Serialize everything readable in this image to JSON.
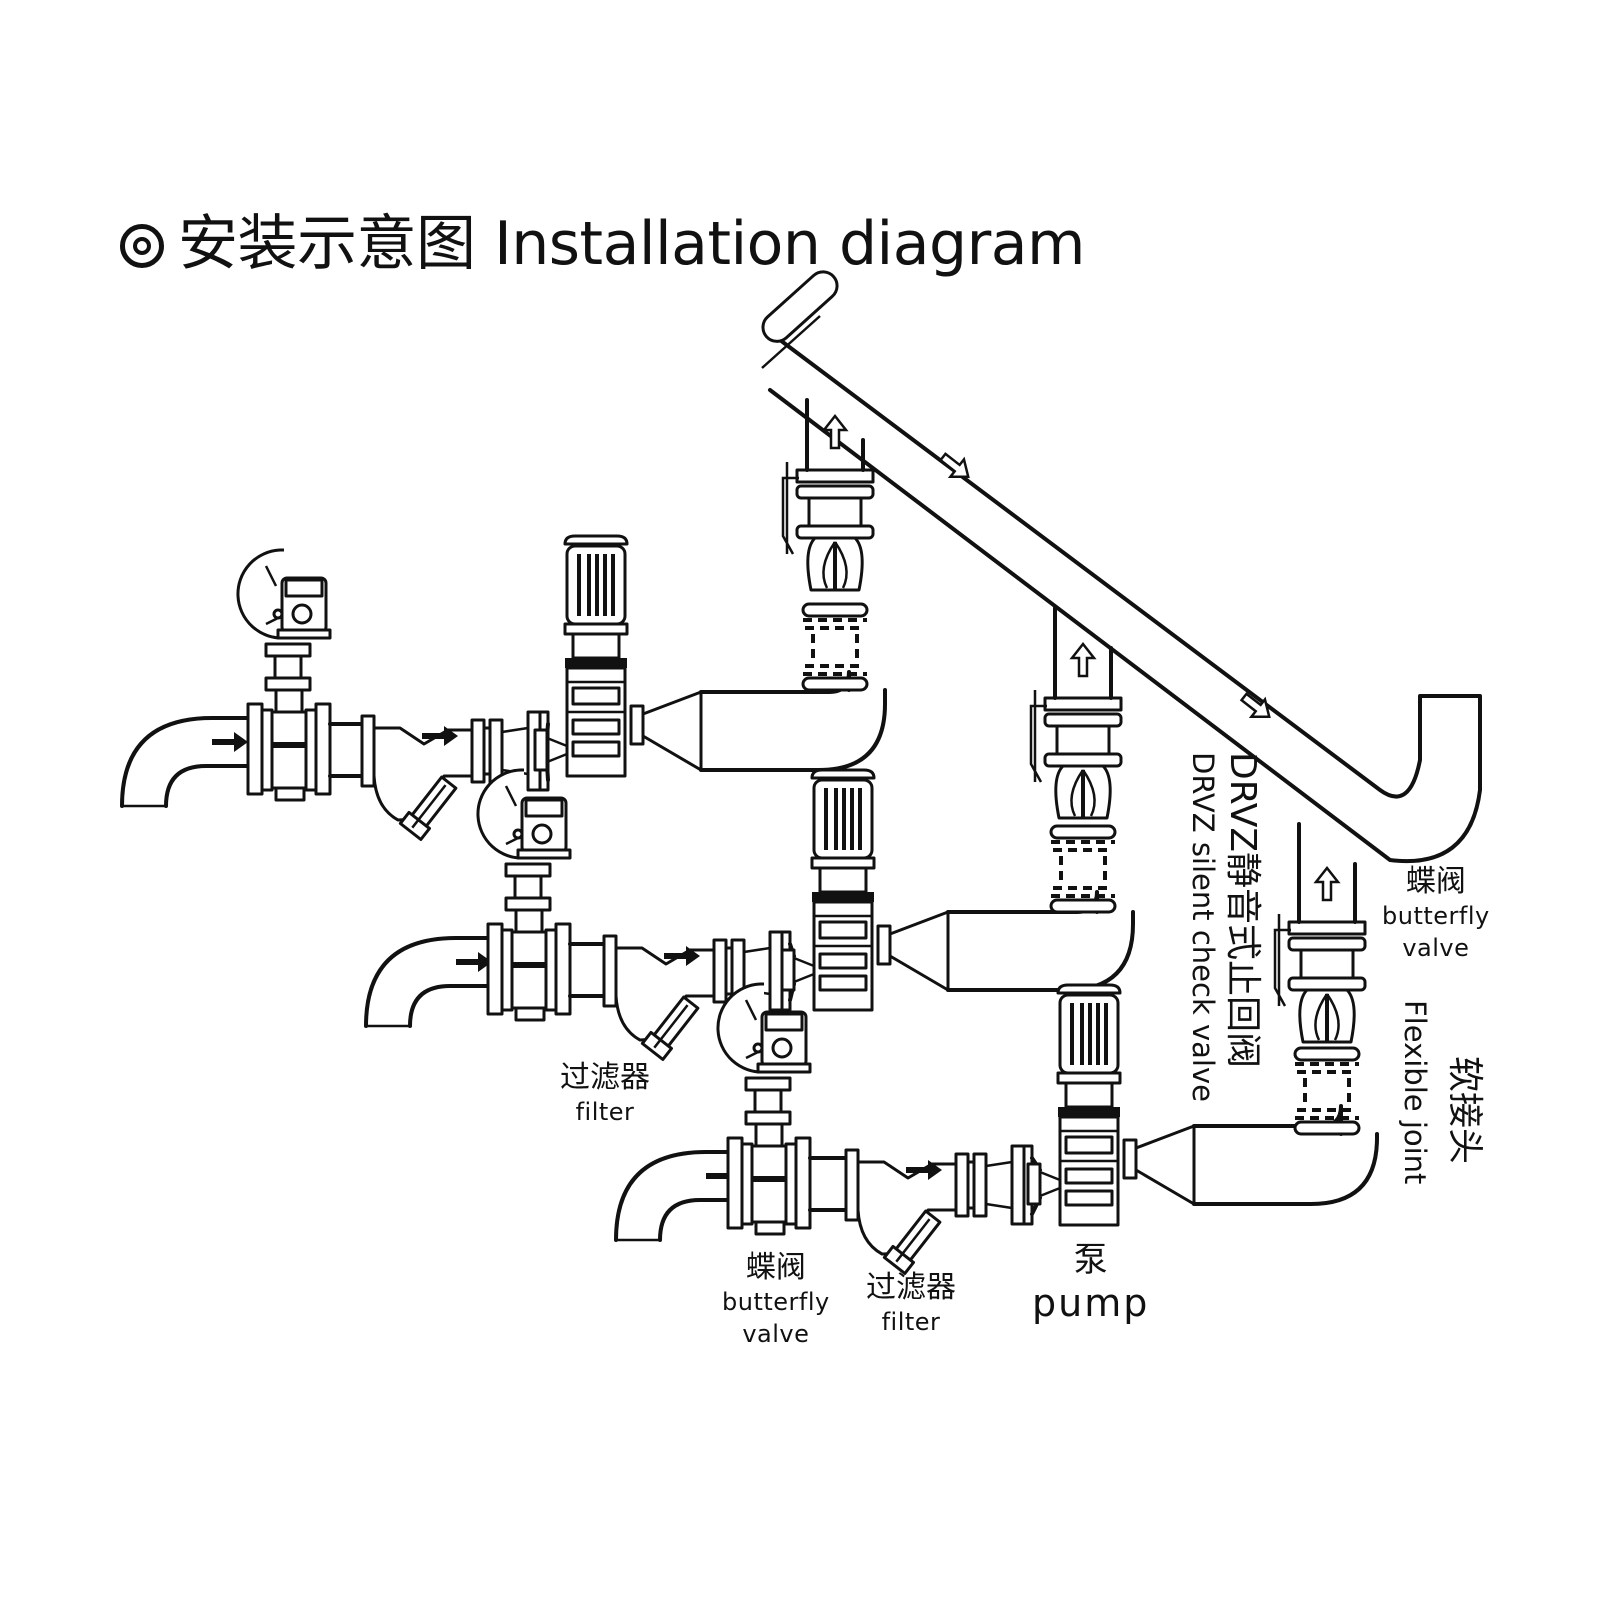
{
  "title": {
    "marker_icon": "double-circle-icon",
    "text": "安装示意图 Installation diagram"
  },
  "diagram": {
    "flow_direction": "arrows point from inlet through pump into the header pipe",
    "branches": [
      {
        "name": "line-1",
        "components": [
          "inlet elbow",
          "butterfly valve",
          "filter",
          "reducer",
          "pump",
          "expander",
          "elbow",
          "flexible joint",
          "DRVZ silent check valve",
          "riser"
        ]
      },
      {
        "name": "line-2",
        "components": [
          "inlet elbow",
          "butterfly valve",
          "filter",
          "reducer",
          "pump",
          "expander",
          "elbow",
          "flexible joint",
          "DRVZ silent check valve",
          "riser"
        ]
      },
      {
        "name": "line-3",
        "components": [
          "inlet elbow",
          "butterfly valve",
          "filter",
          "reducer",
          "pump",
          "expander",
          "elbow",
          "flexible joint",
          "DRVZ silent check valve",
          "butterfly valve",
          "riser"
        ]
      }
    ],
    "header_pipe": "diagonal header with return bend"
  },
  "labels": {
    "filter_mid": {
      "zh": "过滤器",
      "en": "filter"
    },
    "butterfly_bottom": {
      "zh": "蝶阀",
      "en_line1": "butterfly",
      "en_line2": "valve"
    },
    "filter_bottom": {
      "zh": "过滤器",
      "en": "filter"
    },
    "pump": {
      "zh": "泵",
      "en": "pump"
    },
    "check_valve": {
      "zh": "DRVZ静音式止回阀",
      "en": "DRVZ silent check valve"
    },
    "butterfly_right": {
      "zh": "蝶阀",
      "en_line1": "butterfly",
      "en_line2": "valve"
    },
    "flexible_joint": {
      "zh": "软接头",
      "en": "Flexible joint"
    }
  }
}
